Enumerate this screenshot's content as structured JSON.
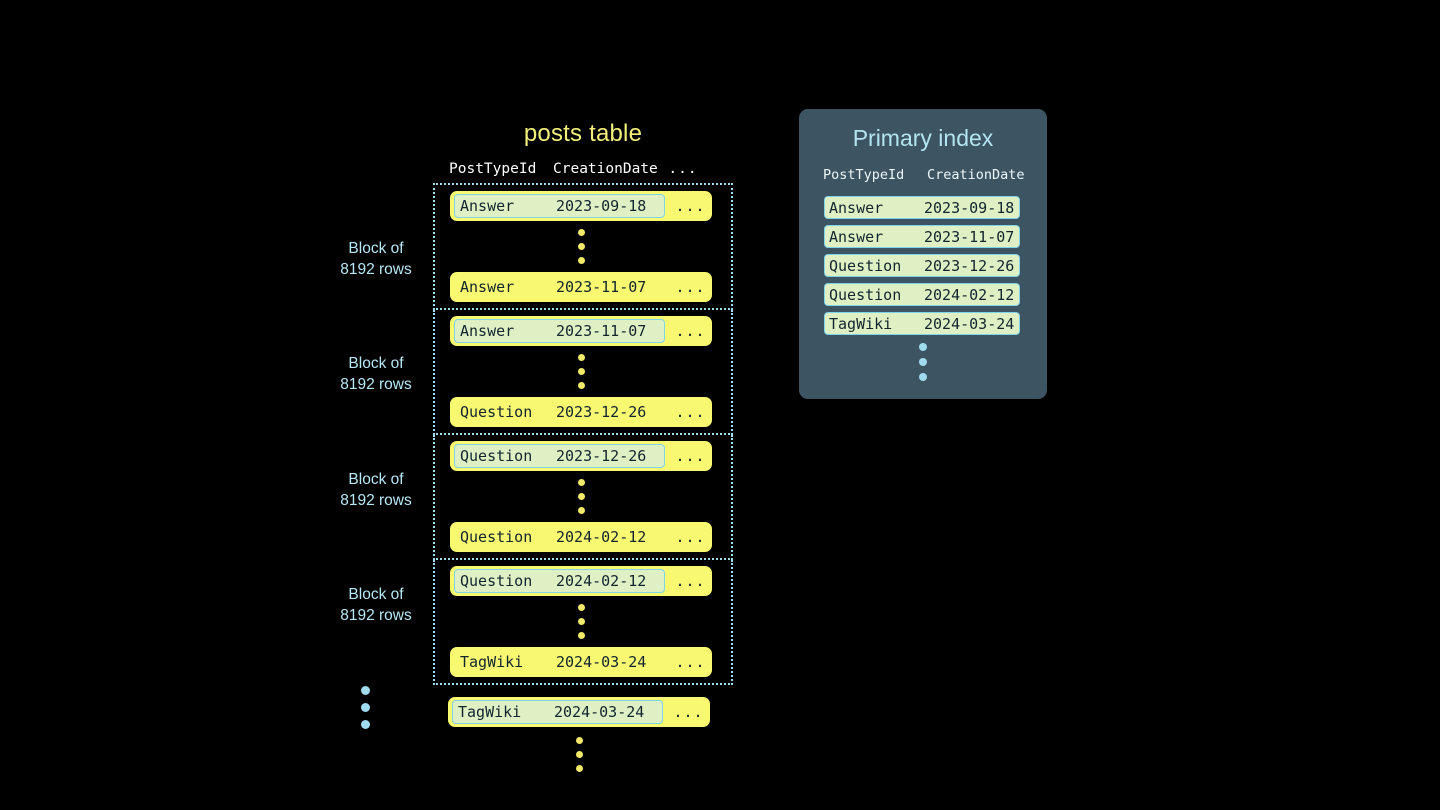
{
  "posts_table": {
    "title": "posts table",
    "columns": [
      "PostTypeId",
      "CreationDate",
      "..."
    ],
    "blocks": [
      {
        "label_line1": "Block of",
        "label_line2": "8192 rows",
        "first_row": {
          "type": "Answer",
          "date": "2023-09-18",
          "rest": "...",
          "marked": true
        },
        "last_row": {
          "type": "Answer",
          "date": "2023-11-07",
          "rest": "...",
          "marked": false
        }
      },
      {
        "label_line1": "Block of",
        "label_line2": "8192 rows",
        "first_row": {
          "type": "Answer",
          "date": "2023-11-07",
          "rest": "...",
          "marked": true
        },
        "last_row": {
          "type": "Question",
          "date": "2023-12-26",
          "rest": "...",
          "marked": false
        }
      },
      {
        "label_line1": "Block of",
        "label_line2": "8192 rows",
        "first_row": {
          "type": "Question",
          "date": "2023-12-26",
          "rest": "...",
          "marked": true
        },
        "last_row": {
          "type": "Question",
          "date": "2024-02-12",
          "rest": "...",
          "marked": false
        }
      },
      {
        "label_line1": "Block of",
        "label_line2": "8192 rows",
        "first_row": {
          "type": "Question",
          "date": "2024-02-12",
          "rest": "...",
          "marked": true
        },
        "last_row": {
          "type": "TagWiki",
          "date": "2024-03-24",
          "rest": "...",
          "marked": false
        }
      }
    ],
    "tail_row": {
      "type": "TagWiki",
      "date": "2024-03-24",
      "rest": "...",
      "marked": true
    }
  },
  "primary_index": {
    "title": "Primary index",
    "columns": [
      "PostTypeId",
      "CreationDate"
    ],
    "marks": [
      {
        "type": "Answer",
        "date": "2023-09-18"
      },
      {
        "type": "Answer",
        "date": "2023-11-07"
      },
      {
        "type": "Question",
        "date": "2023-12-26"
      },
      {
        "type": "Question",
        "date": "2024-02-12"
      },
      {
        "type": "TagWiki",
        "date": "2024-03-24"
      }
    ]
  },
  "colors": {
    "background": "#000000",
    "row_fill": "#f9f871",
    "mark_fill": "#dff0c4",
    "mark_border": "#7fd4e8",
    "block_border": "#9fdcf0",
    "panel_bg": "#3d5562",
    "title_yellow": "#f2f07a",
    "title_cyan": "#b3e5f0",
    "dot_yellow": "#f2e96a",
    "dot_cyan": "#9fdcf0",
    "text_dark": "#12252f"
  }
}
